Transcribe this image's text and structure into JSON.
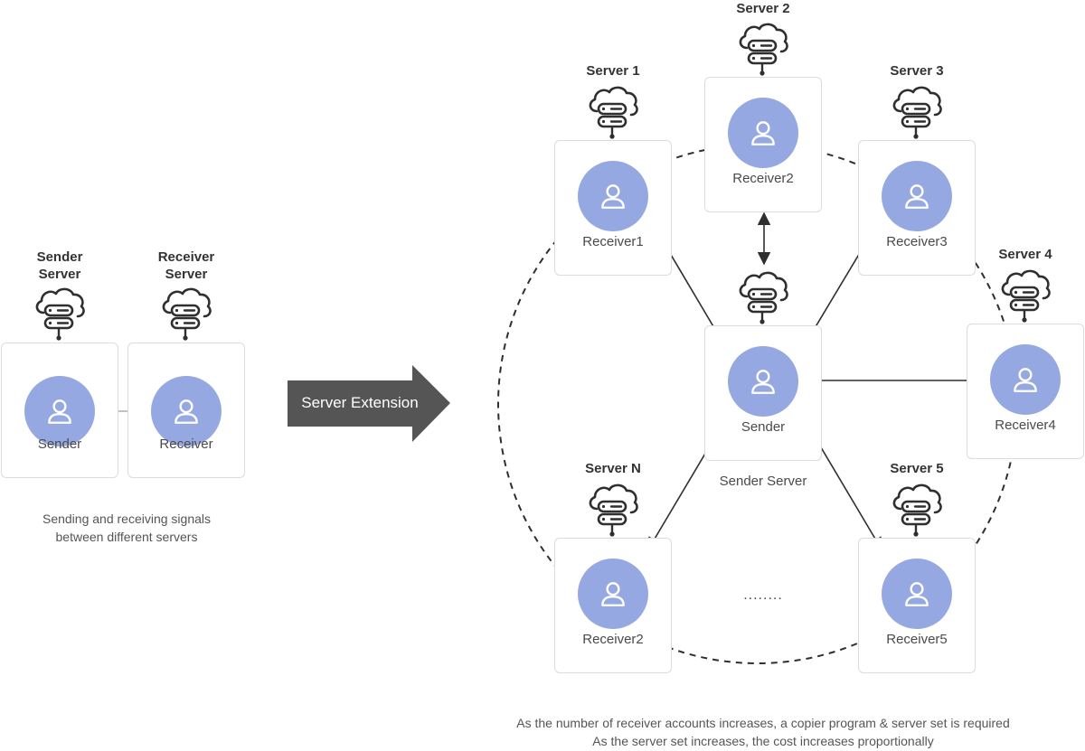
{
  "left": {
    "sender_server_title": "Sender\nServer",
    "receiver_server_title": "Receiver\nServer",
    "sender_label": "Sender",
    "receiver_label": "Receiver",
    "caption_line1": "Sending and receiving signals",
    "caption_line2": "between different servers"
  },
  "arrow_label": "Server Extension",
  "servers": {
    "s1": "Server 1",
    "s2": "Server 2",
    "s3": "Server 3",
    "s4": "Server 4",
    "s5": "Server 5",
    "sn": "Server N"
  },
  "receivers": {
    "r1": "Receiver1",
    "r2": "Receiver2",
    "r3": "Receiver3",
    "r4": "Receiver4",
    "r5": "Receiver5",
    "rn": "Receiver2"
  },
  "center": {
    "sender_label": "Sender",
    "server_label": "Sender Server"
  },
  "ellipsis": "........",
  "bottom_caption": {
    "line1": "As the number of receiver accounts increases, a copier program & server set is required",
    "line2": "As the server set increases, the cost increases proportionally"
  },
  "colors": {
    "avatar": "#96a8e1",
    "arrow_fill": "#555555",
    "card_border": "#dcdcdc"
  }
}
